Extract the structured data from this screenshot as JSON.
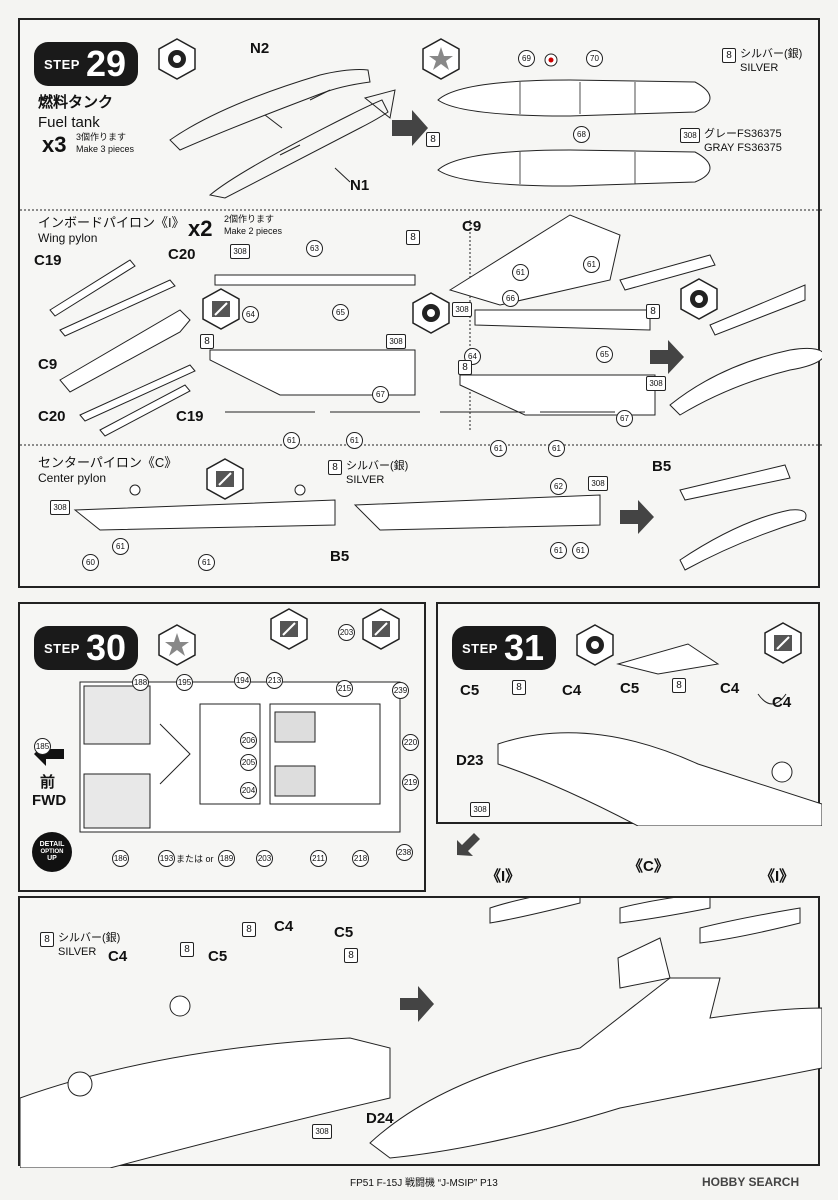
{
  "step29": {
    "label": "STEP",
    "number": "29",
    "fuel_tank_jp": "燃料タンク",
    "fuel_tank_en": "Fuel tank",
    "qty": "x3",
    "qty_jp": "3個作ります",
    "qty_en": "Make 3 pieces",
    "part_n1": "N1",
    "part_n2": "N2",
    "paint_silver_num": "8",
    "paint_silver_jp": "シルバー(銀)",
    "paint_silver_en": "SILVER",
    "paint_gray_num": "308",
    "paint_gray_jp": "グレーFS36375",
    "paint_gray_en": "GRAY FS36375",
    "decals": [
      "69",
      "70",
      "68"
    ],
    "wing_pylon_jp": "インボードパイロン《I》",
    "wing_pylon_en": "Wing pylon",
    "wing_qty": "x2",
    "wing_qty_jp": "2個作ります",
    "wing_qty_en": "Make 2 pieces",
    "parts": [
      "C19",
      "C20",
      "C9",
      "C20",
      "C19"
    ],
    "wing_decals": [
      "63",
      "64",
      "65",
      "67",
      "61",
      "61",
      "66",
      "64",
      "65",
      "67",
      "61",
      "61",
      "61",
      "61"
    ],
    "c9_label": "C9",
    "center_pylon_jp": "センターパイロン《C》",
    "center_pylon_en": "Center pylon",
    "center_silver_num": "8",
    "center_silver_jp": "シルバー(銀)",
    "center_silver_en": "SILVER",
    "center_decals": [
      "308",
      "60",
      "61",
      "61",
      "62",
      "308",
      "61",
      "61"
    ],
    "b5": "B5",
    "b5_right": "B5"
  },
  "step30": {
    "label": "STEP",
    "number": "30",
    "fwd_jp": "前",
    "fwd_en": "FWD",
    "detail_up": [
      "DETAIL",
      "OPTION",
      "UP"
    ],
    "decals": [
      "188",
      "195",
      "194",
      "213",
      "215",
      "239",
      "185",
      "206",
      "205",
      "220",
      "204",
      "219",
      "186",
      "193",
      "189",
      "203",
      "211",
      "218",
      "238",
      "203"
    ],
    "or_text": "または or"
  },
  "step31": {
    "label": "STEP",
    "number": "31",
    "parts": [
      "C5",
      "C4",
      "C5",
      "C4",
      "C4",
      "D23",
      "D24",
      "C4",
      "C5",
      "C4",
      "C5"
    ],
    "paint_num": "8",
    "paint_gray_num": "308",
    "silver_jp": "シルバー(銀)",
    "silver_en": "SILVER",
    "pylon_i": "《I》",
    "pylon_c": "《C》",
    "pylon_i2": "《I》"
  },
  "footer": {
    "text": "FP51 F-15J 戦闘機 “J-MSIP” P13",
    "logo": "HOBBY SEARCH"
  }
}
